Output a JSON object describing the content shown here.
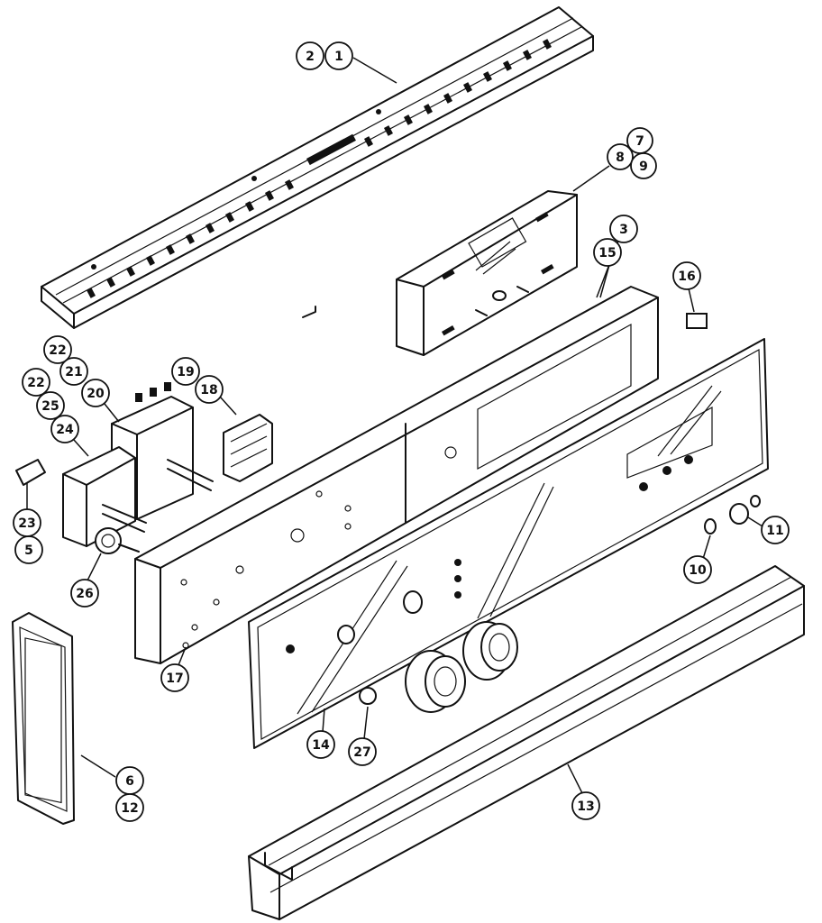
{
  "callouts": [
    {
      "id": "c1",
      "label": "1"
    },
    {
      "id": "c2",
      "label": "2"
    },
    {
      "id": "c3",
      "label": "3"
    },
    {
      "id": "c5",
      "label": "5"
    },
    {
      "id": "c6",
      "label": "6"
    },
    {
      "id": "c7",
      "label": "7"
    },
    {
      "id": "c8",
      "label": "8"
    },
    {
      "id": "c9",
      "label": "9"
    },
    {
      "id": "c10",
      "label": "10"
    },
    {
      "id": "c11",
      "label": "11"
    },
    {
      "id": "c12",
      "label": "12"
    },
    {
      "id": "c13",
      "label": "13"
    },
    {
      "id": "c14",
      "label": "14"
    },
    {
      "id": "c15",
      "label": "15"
    },
    {
      "id": "c16",
      "label": "16"
    },
    {
      "id": "c17",
      "label": "17"
    },
    {
      "id": "c18",
      "label": "18"
    },
    {
      "id": "c19",
      "label": "19"
    },
    {
      "id": "c20",
      "label": "20"
    },
    {
      "id": "c21",
      "label": "21"
    },
    {
      "id": "c22a",
      "label": "22"
    },
    {
      "id": "c22b",
      "label": "22"
    },
    {
      "id": "c23",
      "label": "23"
    },
    {
      "id": "c24",
      "label": "24"
    },
    {
      "id": "c25",
      "label": "25"
    },
    {
      "id": "c26",
      "label": "26"
    },
    {
      "id": "c27",
      "label": "27"
    }
  ]
}
